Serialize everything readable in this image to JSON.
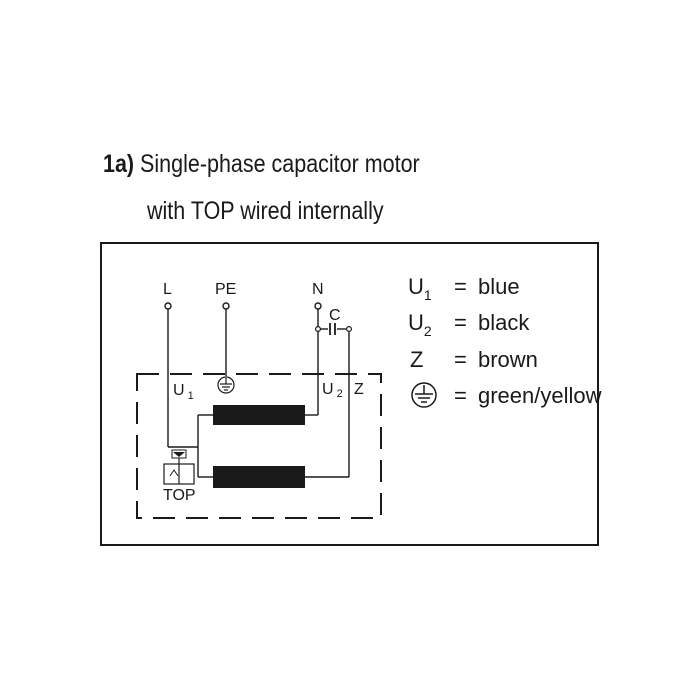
{
  "heading": {
    "number": "1a)",
    "line1": "Single-phase capacitor motor",
    "line2": "with TOP wired internally"
  },
  "terminals": {
    "l": "L",
    "pe": "PE",
    "n": "N",
    "c": "C",
    "u1_base": "U",
    "u1_sub": "1",
    "u2_base": "U",
    "u2_sub": "2",
    "z": "Z",
    "top": "TOP"
  },
  "legend": [
    {
      "symbol": "U",
      "sub": "1",
      "eq": "=",
      "color": "blue"
    },
    {
      "symbol": "U",
      "sub": "2",
      "eq": "=",
      "color": "black"
    },
    {
      "symbol": "Z",
      "sub": "",
      "eq": "=",
      "color": "brown"
    },
    {
      "symbol_icon": "earth-ground-icon",
      "eq": "=",
      "color": "green/yellow"
    }
  ],
  "colors": {
    "ink": "#1a1a1a",
    "coil": "#1a1a1a"
  }
}
